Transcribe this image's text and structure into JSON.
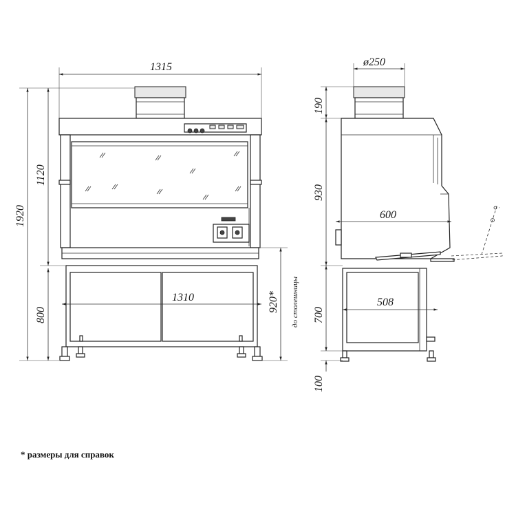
{
  "front_view": {
    "overall_width": "1315",
    "overall_height": "1920",
    "cabinet_height": "1120",
    "base_height": "800",
    "inner_width": "1310",
    "worktop_height": "920*",
    "worktop_height_note": "до столешницы"
  },
  "side_view": {
    "duct_diameter": "ø250",
    "duct_height": "190",
    "cabinet_height": "930",
    "depth": "600",
    "base_height": "700",
    "base_depth": "508",
    "foot_height": "100"
  },
  "footnote": "* размеры для справок"
}
